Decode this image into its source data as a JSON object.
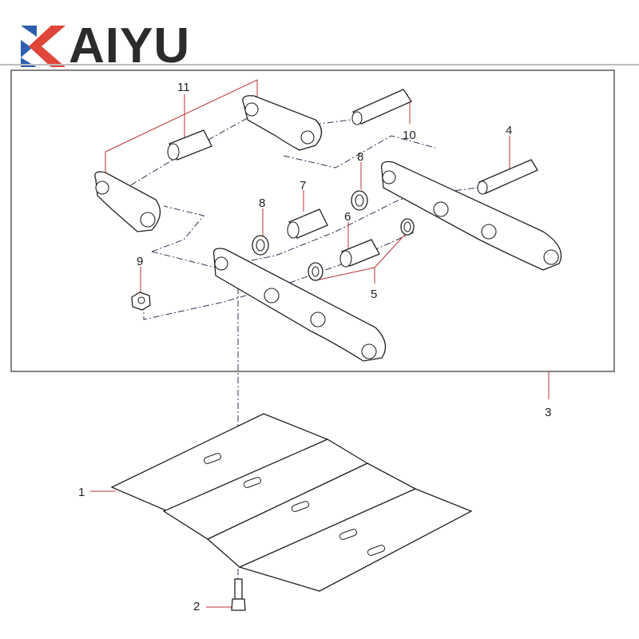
{
  "logo": {
    "text": "AIYU",
    "mark": "K",
    "colors": {
      "blue": "#2f5fb0",
      "red": "#e0453a",
      "text": "#2b2b2b"
    }
  },
  "callouts": {
    "c1": "1",
    "c2": "2",
    "c3": "3",
    "c4": "4",
    "c5": "5",
    "c6": "6",
    "c7": "7",
    "c8a": "8",
    "c8b": "8",
    "c9": "9",
    "c10": "10",
    "c11": "11"
  }
}
